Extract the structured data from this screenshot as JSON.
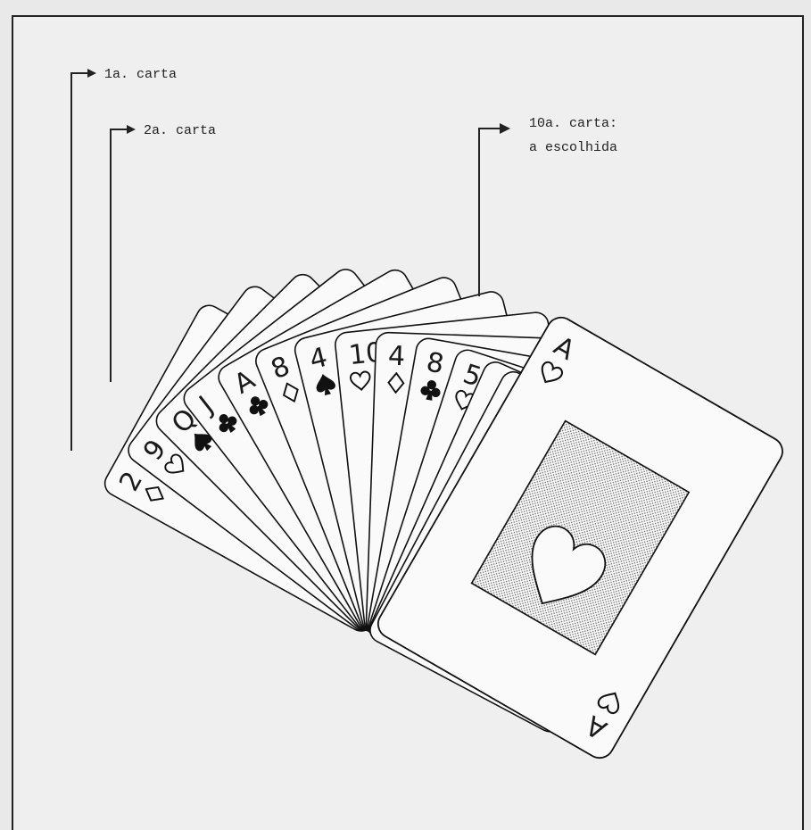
{
  "labels": {
    "first": "1a. carta",
    "second": "2a. carta",
    "tenth_line1": "10a. carta:",
    "tenth_line2": "a escolhida"
  },
  "cards": [
    {
      "rank": "2",
      "suit": "diamond"
    },
    {
      "rank": "9",
      "suit": "heart"
    },
    {
      "rank": "Q",
      "suit": "spade"
    },
    {
      "rank": "J",
      "suit": "club"
    },
    {
      "rank": "A",
      "suit": "club"
    },
    {
      "rank": "8",
      "suit": "diamond"
    },
    {
      "rank": "4",
      "suit": "spade"
    },
    {
      "rank": "10",
      "suit": "heart"
    },
    {
      "rank": "4",
      "suit": "diamond"
    },
    {
      "rank": "8",
      "suit": "club"
    },
    {
      "rank": "5",
      "suit": "heart"
    },
    {
      "rank": "",
      "suit": ""
    },
    {
      "rank": "",
      "suit": ""
    },
    {
      "rank": "A",
      "suit": "heart",
      "face_up_full": true,
      "center_symbol": "heart"
    }
  ]
}
